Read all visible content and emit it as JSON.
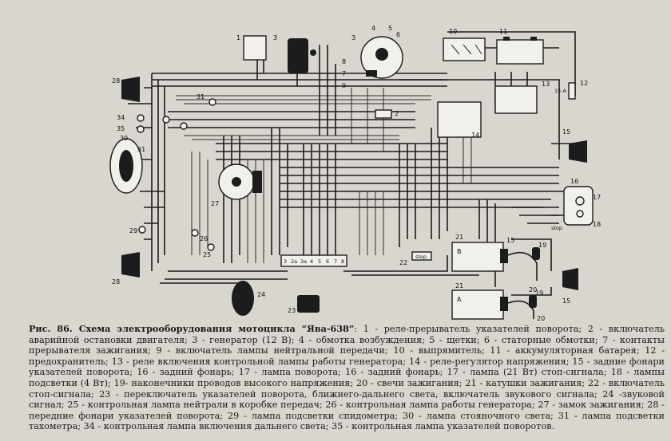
{
  "caption": {
    "figure": "Рис. 86. Схема электрооборудования мотоцикла “Ява-638”",
    "text": ": 1 - реле-прерыватель указателей поворота; 2 - включатель аварийной остановки двигателя; 3 - генератор (12 В); 4 - обмотка возбуждения; 5 - щетки; 6 - статорные обмотки; 7 - контакты прерывателя зажигания; 9 - включатель лампы нейтральной передачи; 10 - выпрямитель; 11 - аккумуляторная батарея; 12 - предохранитель; 13 - реле включения контрольной лампы работы генератора; 14 - реле-регулятор напряжения; 15 - задние фонари указателей поворота; 16 - задний фонарь; 17 - лампа поворота; 16 - задний фонарь; 17 - лампа (21 Вт) стоп-сигнала; 18 - лампы подсветки (4 Вт); 19- наконечники проводов высокого напряжения; 20 - свечи зажигания; 21 - катушки зажигания; 22 - включатель стоп-сигнала; 23 - переключатель указателей поворота, ближнего-дальнего света, включатель звукового сигнала; 24 -звуковой сигнал; 25 - контрольная лампа нейтрали в коробке передач; 26 - контрольная лампа работы генератора; 27 - замок зажигания; 28 - передние фонари указателей поворота; 29 - лампа подсветки спидометра; 30 - лампа стояночного света; 31 - лампа подсветки тахометра; 34 - контрольная лампа включения дальнего света; 35 - контрольная лампа указателей поворотов."
  },
  "labels": {
    "n1": "1",
    "n2": "2",
    "n3": "3",
    "n4": "4",
    "n5": "5",
    "n6": "6",
    "n7": "7",
    "n8": "8",
    "n9": "9",
    "n10": "10",
    "n11": "11",
    "n12": "12",
    "n13": "13",
    "n14": "14",
    "n15a": "15",
    "n15b": "15",
    "n15c": "15",
    "n16": "16",
    "n17": "17",
    "n18": "18",
    "n19a": "19",
    "n19b": "19",
    "n20a": "20",
    "n20b": "20",
    "n21a": "21",
    "n21b": "21",
    "n22": "22",
    "n23": "23",
    "n24": "24",
    "n25": "25",
    "n26": "26",
    "n27": "27",
    "n28a": "28",
    "n28b": "28",
    "n29": "29",
    "n30": "30",
    "n31a": "31",
    "n31b": "31",
    "n34": "34",
    "n35": "35",
    "fuse": "15 A",
    "stop1": "stop",
    "stop2": "stop",
    "coil_b": "B",
    "coil_a": "A",
    "terminals": [
      "3",
      "2a",
      "3a",
      "4",
      "5",
      "6",
      "7",
      "8"
    ]
  }
}
